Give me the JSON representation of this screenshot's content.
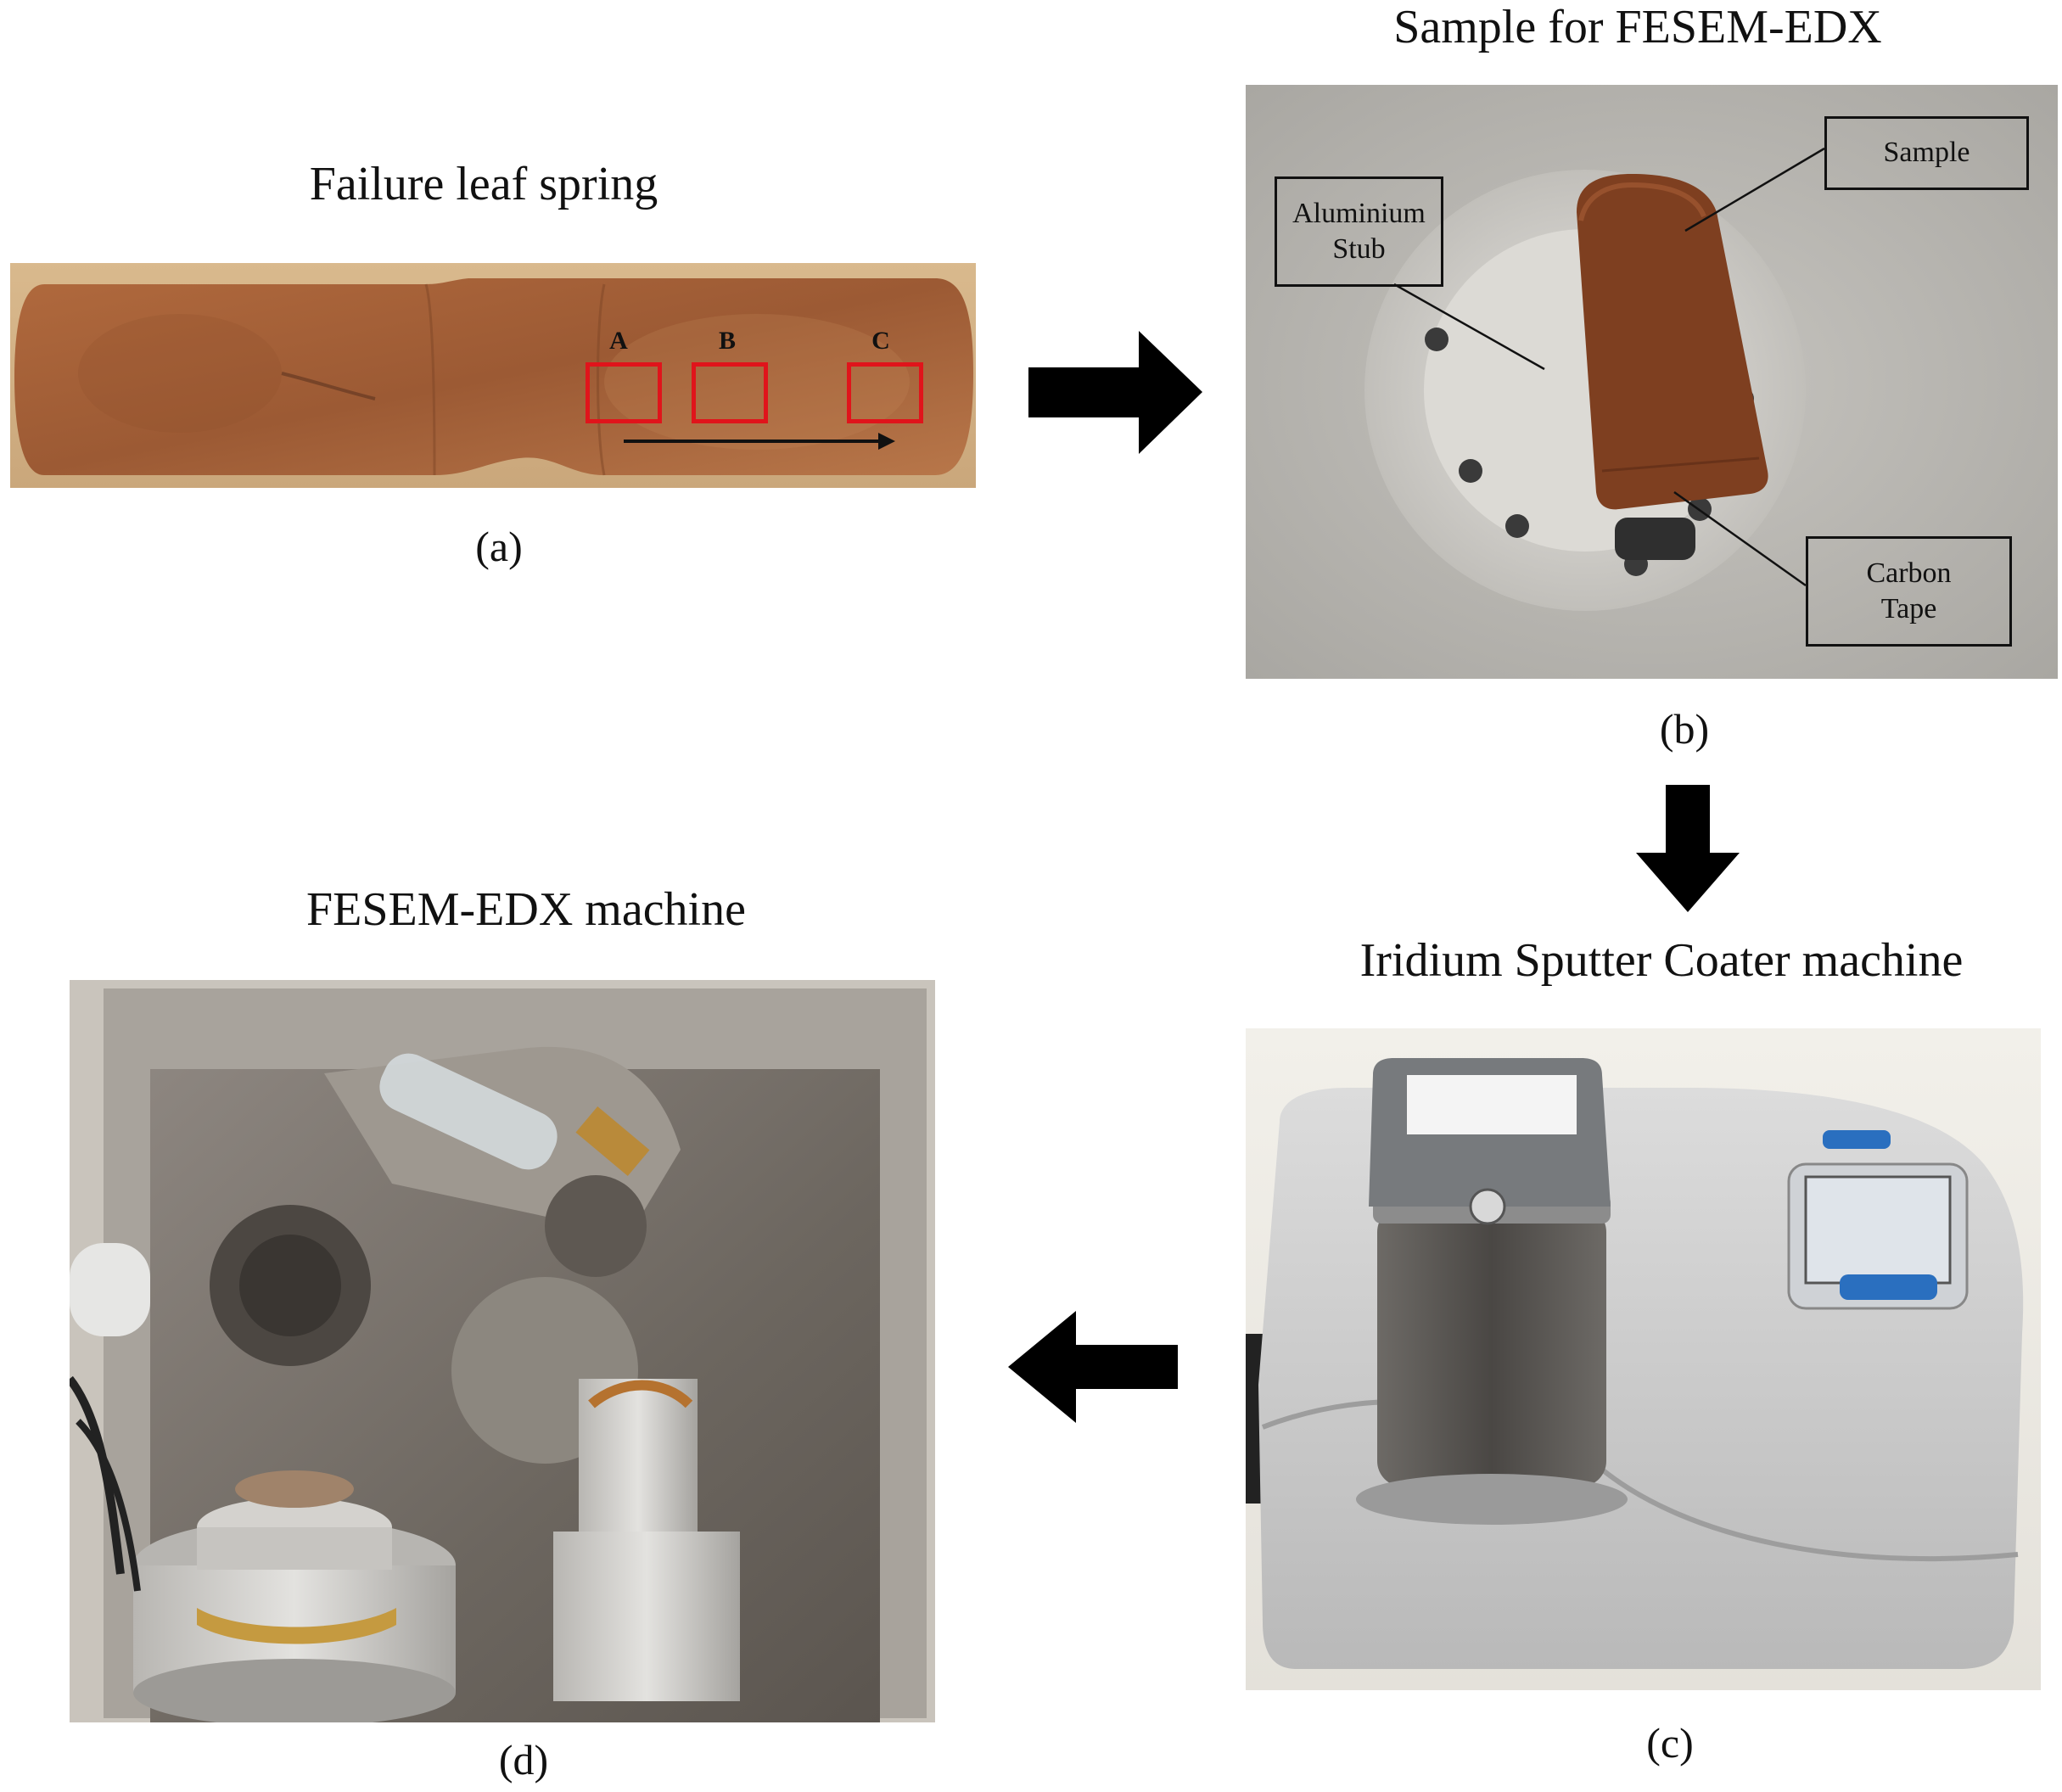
{
  "panel_a": {
    "title": "Failure leaf spring",
    "caption": "(a)",
    "zones": [
      "A",
      "B",
      "C"
    ],
    "zone_color": "#e0141b"
  },
  "panel_b": {
    "title": "Sample for FESEM-EDX",
    "caption": "(b)",
    "labels": {
      "sample": "Sample",
      "stub_line1": "Aluminium",
      "stub_line2": "Stub",
      "tape_line1": "Carbon",
      "tape_line2": "Tape"
    }
  },
  "panel_c": {
    "title": "Iridium Sputter Coater machine",
    "caption": "(c)"
  },
  "panel_d": {
    "title": "FESEM-EDX machine",
    "caption": "(d)"
  },
  "flow": [
    "a-to-b",
    "b-to-c",
    "c-to-d"
  ],
  "colors": {
    "arrow": "#000000",
    "rust": "#a9623a",
    "steel": "#9c9994"
  }
}
